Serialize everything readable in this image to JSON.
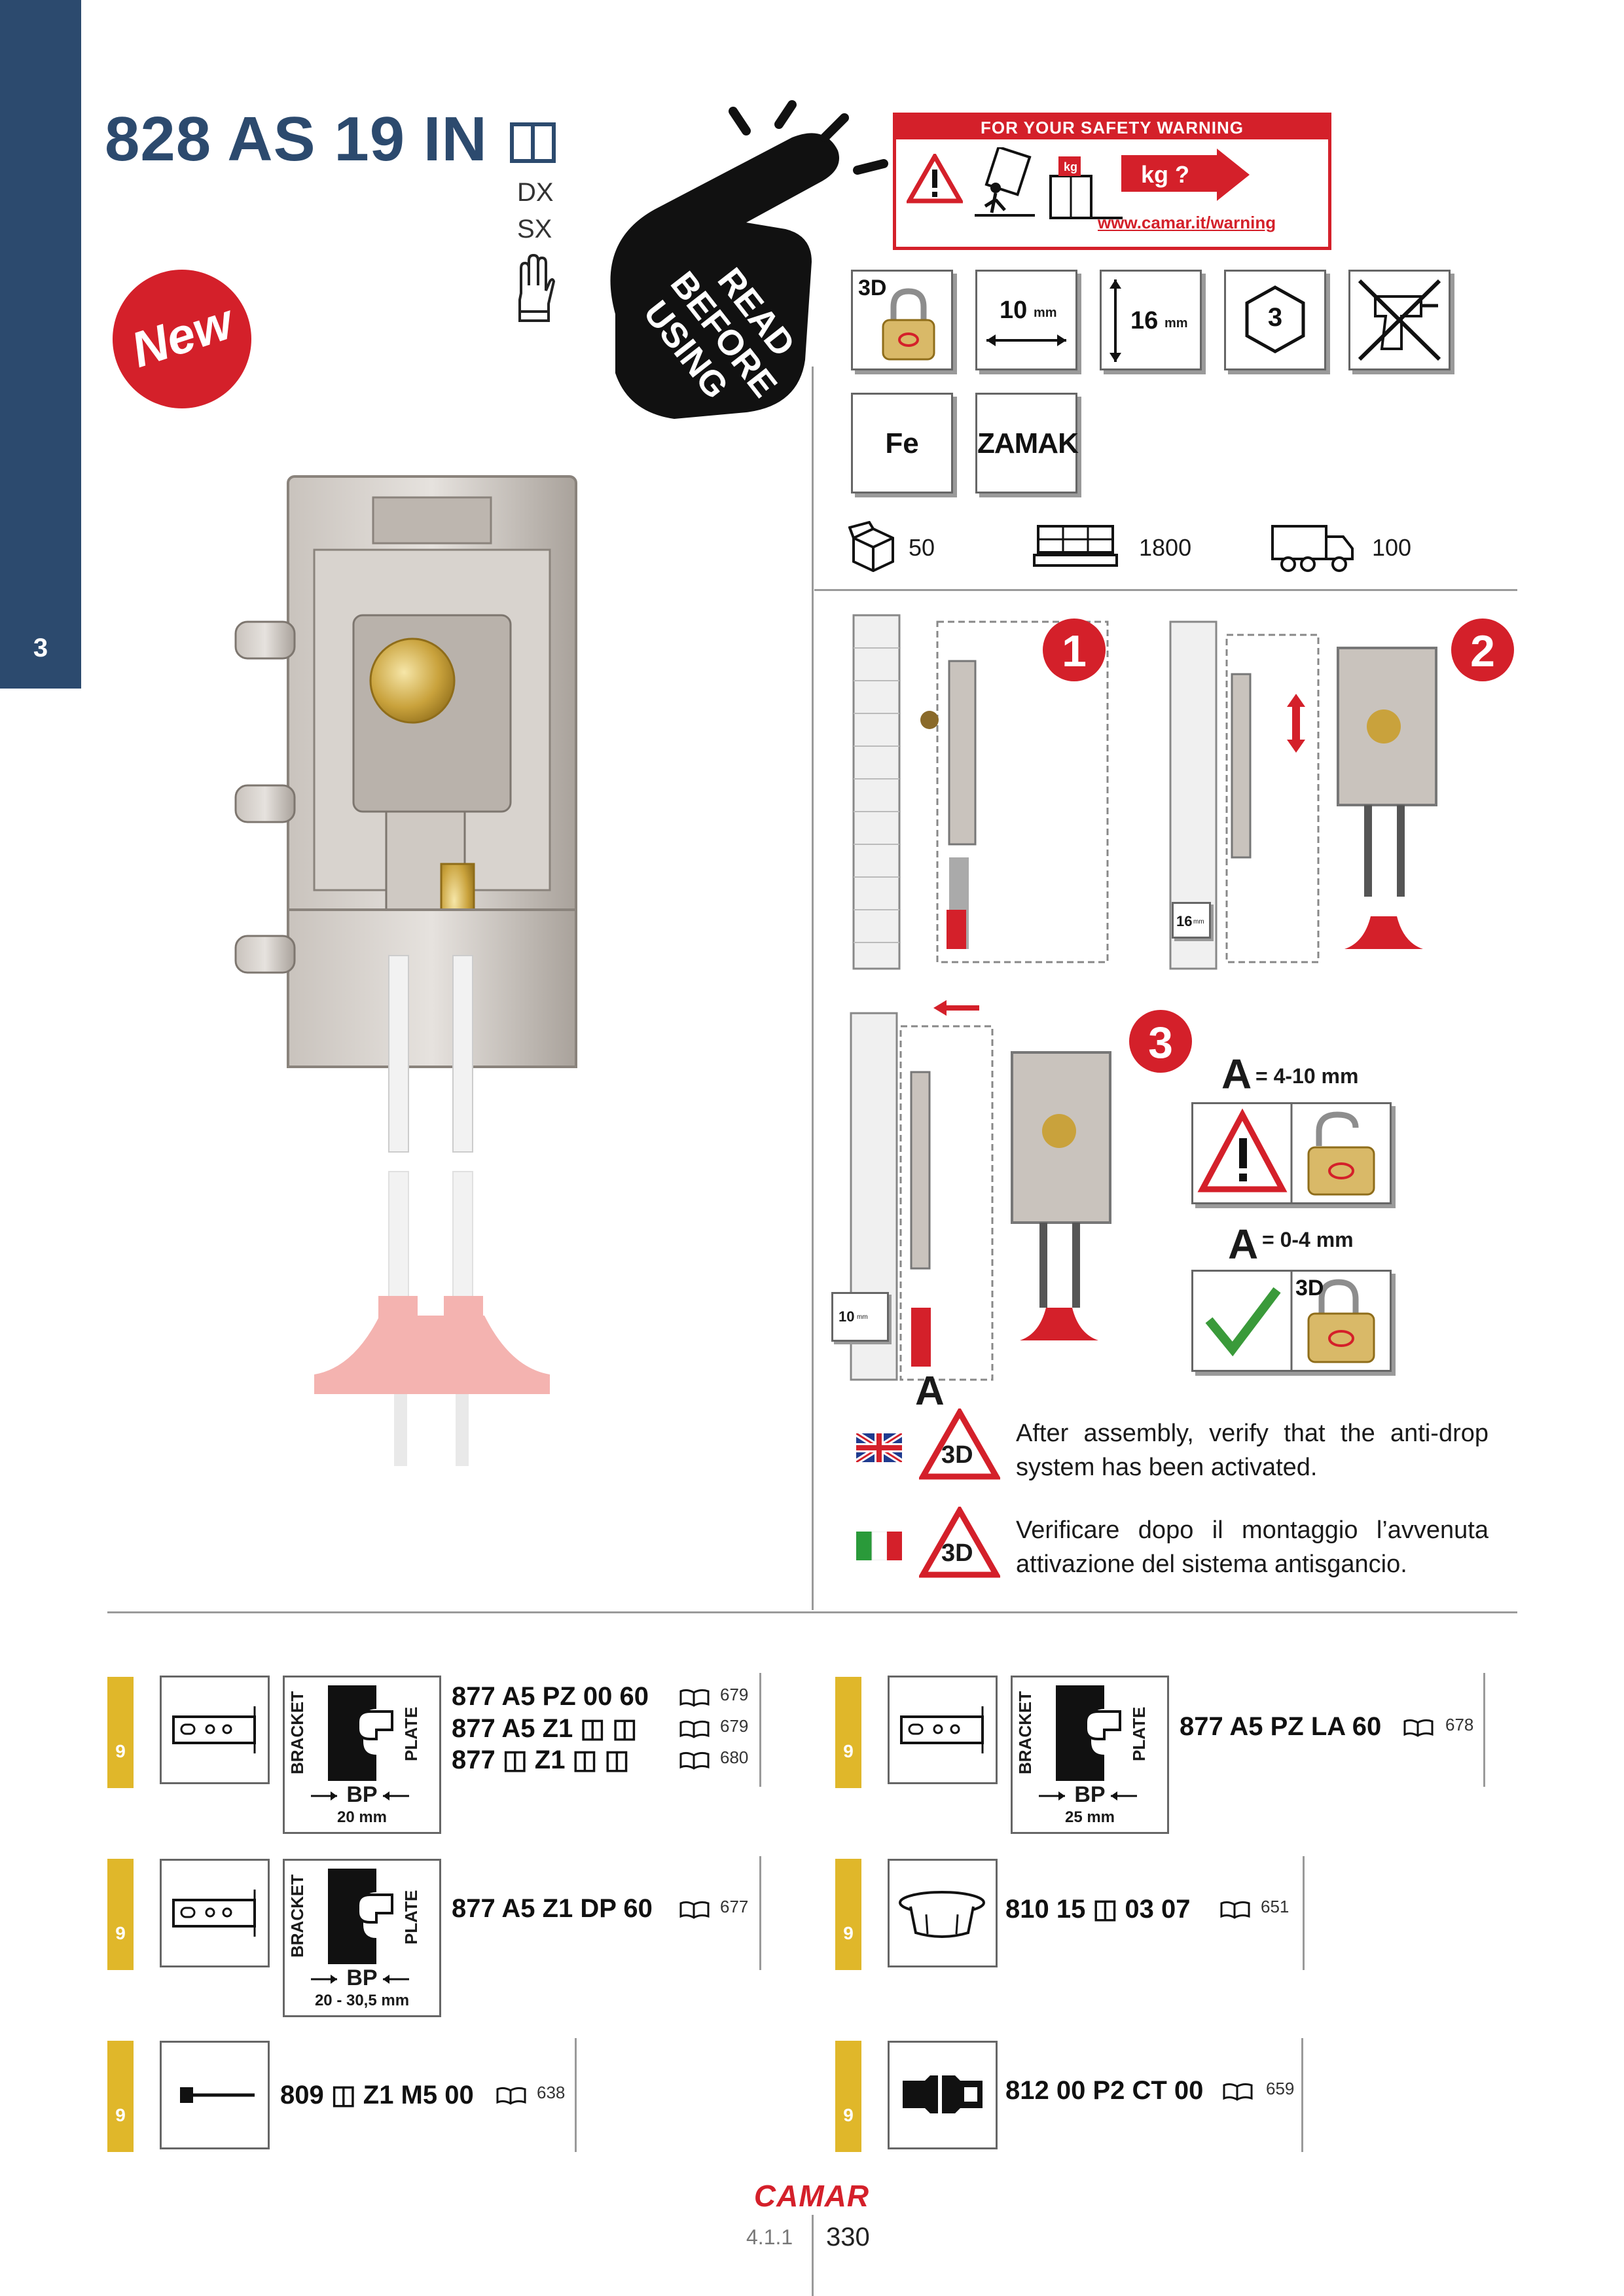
{
  "sidebar": {
    "chapter": "3"
  },
  "header": {
    "title": "828 AS 19 IN",
    "side_dx": "DX",
    "side_sx": "SX",
    "new_badge": "New"
  },
  "warning": {
    "hand_text": [
      "READ",
      "BEFORE",
      "USING"
    ],
    "panel_title": "FOR YOUR SAFETY WARNING",
    "kg_label": "kg ?",
    "kg_small": "kg",
    "url": "www.camar.it/warning"
  },
  "features": {
    "lock_3d": "3D",
    "dim_10": "10",
    "dim_16": "16",
    "unit_mm": "mm",
    "hex_num": "3",
    "material_fe": "Fe",
    "material_zamak": "ZAMAK"
  },
  "packaging": {
    "box_qty": "50",
    "pallet_qty": "1800",
    "truck_qty": "100"
  },
  "steps": {
    "s1": "1",
    "s2": "2",
    "s3": "3",
    "dim_16": "16",
    "dim_10": "10",
    "unit_mm": "mm",
    "a_letter": "A",
    "a_range_bad": "= 4-10 mm",
    "a_range_ok": "= 0-4 mm",
    "lock_3d": "3D"
  },
  "notes": {
    "badge": "3D",
    "en": "After assembly, verify that the anti-drop system has been activated.",
    "it": "Verificare dopo il montaggio l’avvenuta attivazione del sistema antisgancio."
  },
  "accessories": {
    "category": "9",
    "bracket_label": "BRACKET",
    "plate_label": "PLATE",
    "bp_label": "BP",
    "row1_left": {
      "bp_dim": "20 mm",
      "codes": [
        {
          "code": "877 A5 PZ 00 60",
          "page": "679"
        },
        {
          "code": "877 A5 Z1 ◫ ◫",
          "page": "679"
        },
        {
          "code": "877 ◫ Z1 ◫ ◫",
          "page": "680"
        }
      ]
    },
    "row1_right": {
      "bp_dim": "25 mm",
      "codes": [
        {
          "code": "877 A5 PZ LA 60",
          "page": "678"
        }
      ]
    },
    "row2_left": {
      "bp_dim": "20 - 30,5 mm",
      "codes": [
        {
          "code": "877 A5 Z1 DP 60",
          "page": "677"
        }
      ]
    },
    "row2_right": {
      "codes": [
        {
          "code": "810 15 ◫ 03 07",
          "page": "651"
        }
      ]
    },
    "row3_left": {
      "codes": [
        {
          "code": "809 ◫ Z1 M5 00",
          "page": "638"
        }
      ]
    },
    "row3_right": {
      "codes": [
        {
          "code": "812 00 P2 CT 00",
          "page": "659"
        }
      ]
    }
  },
  "footer": {
    "brand": "CAMAR",
    "section": "4.1.1",
    "page": "330"
  },
  "colors": {
    "navy": "#2c4a6e",
    "red": "#d4202a",
    "gold": "#e0b72a",
    "gray": "#9a9a9a"
  }
}
